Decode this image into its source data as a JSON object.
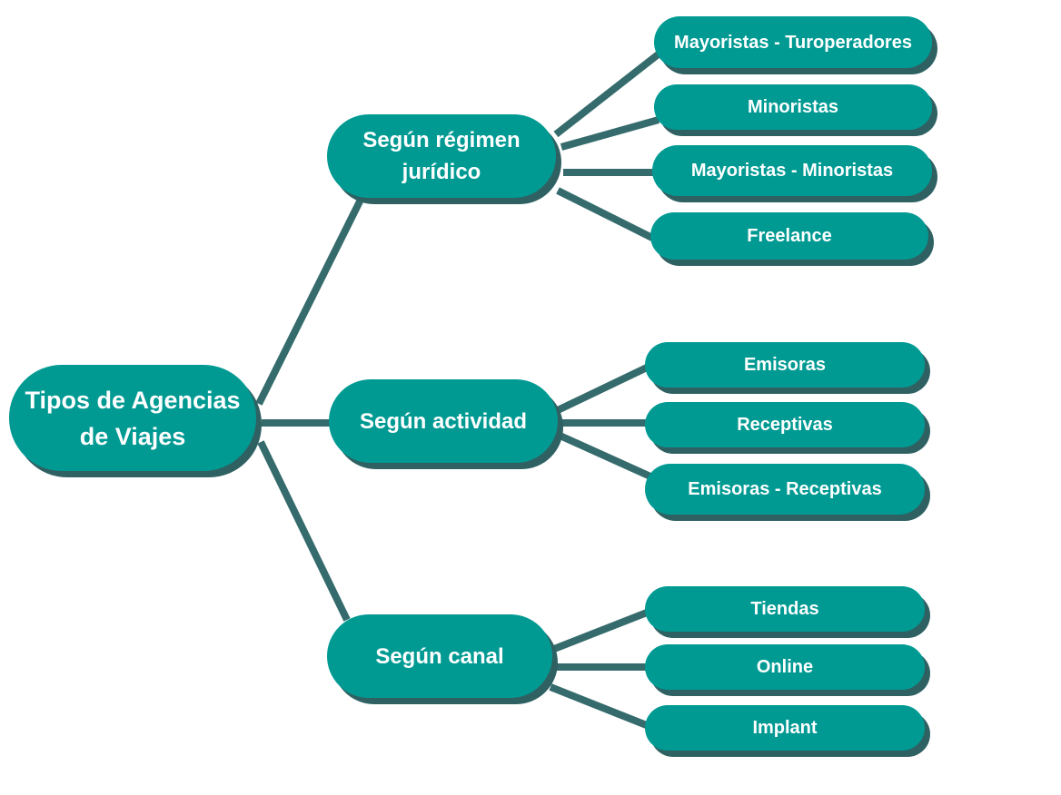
{
  "root": {
    "label": "Tipos de Agencias de Viajes"
  },
  "branches": [
    {
      "label": "Según régimen jurídico",
      "children": [
        "Mayoristas - Turoperadores",
        "Minoristas",
        "Mayoristas - Minoristas",
        "Freelance"
      ]
    },
    {
      "label": "Según actividad",
      "children": [
        "Emisoras",
        "Receptivas",
        "Emisoras - Receptivas"
      ]
    },
    {
      "label": "Según canal",
      "children": [
        "Tiendas",
        "Online",
        "Implant"
      ]
    }
  ],
  "colors": {
    "node_fill": "#009a93",
    "node_shadow": "#2f6163",
    "connector": "#356b6c",
    "text": "#ffffff"
  }
}
